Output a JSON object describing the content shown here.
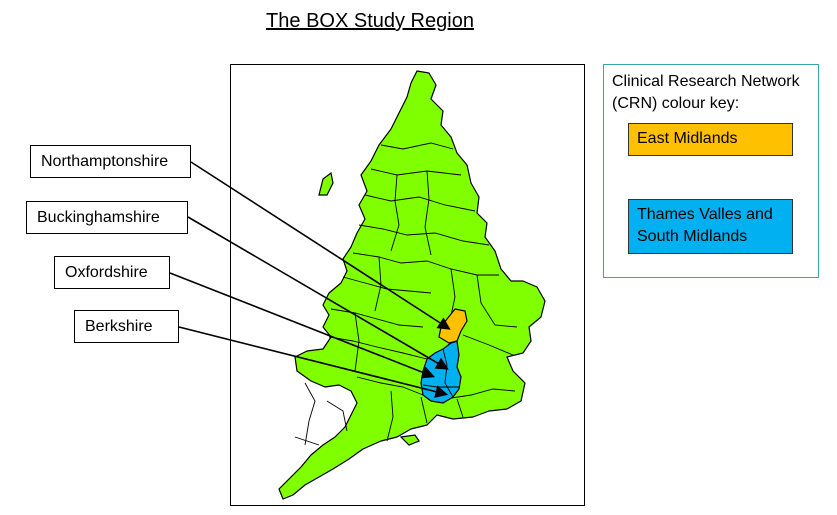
{
  "title": "The BOX Study Region",
  "labels": {
    "northamptonshire": "Northamptonshire",
    "buckinghamshire": "Buckinghamshire",
    "oxfordshire": "Oxfordshire",
    "berkshire": "Berkshire"
  },
  "legend": {
    "title": "Clinical Research Network (CRN) colour key:",
    "east_midlands": "East Midlands",
    "thames_valley": "Thames Valles and South Midlands"
  },
  "colors": {
    "england": "#80ff00",
    "east_midlands": "#ffc000",
    "thames_valley": "#00b0f0",
    "legend_border": "#3aa6a6"
  }
}
